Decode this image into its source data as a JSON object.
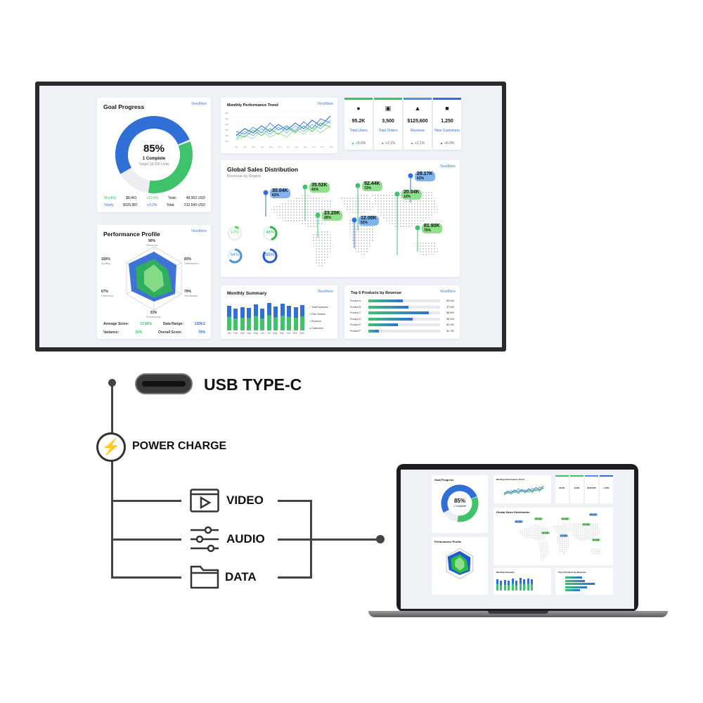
{
  "dashboard": {
    "view_more": "ViewMore",
    "goal": {
      "title": "Goal Progress",
      "percent": "85%",
      "caption": "1 Complete",
      "target": "Target 18,000 Units",
      "rows": [
        {
          "label": "Monthly",
          "amount": "$8,461",
          "change": "+12.6%",
          "total_label": "Total:",
          "total": "48,902 USD"
        },
        {
          "label": "Yearly",
          "amount": "$326,987",
          "change": "+3.2%",
          "total_label": "Total:",
          "total": "312,540 USD"
        }
      ]
    },
    "trend": {
      "title": "Monthly Performance Trend",
      "y_ticks": [
        "500",
        "450",
        "400",
        "350",
        "300",
        "250",
        "200",
        "150"
      ],
      "x_ticks": [
        "Jan",
        "Feb",
        "Mar",
        "Apr",
        "May",
        "Jun",
        "Jul",
        "Aug",
        "Sep",
        "Oct",
        "Nov",
        "Dec"
      ]
    },
    "stats": [
      {
        "icon": "user-icon",
        "glyph": "👤",
        "value": "95.2K",
        "label": "Total Users",
        "change": "+5.6%",
        "color": "#34c759"
      },
      {
        "icon": "cart-icon",
        "glyph": "🛒",
        "value": "3,500",
        "label": "Total Orders",
        "change": "+3.1%",
        "color": "#34c759"
      },
      {
        "icon": "growth-icon",
        "glyph": "📈",
        "value": "$125,600",
        "label": "Revenue",
        "change": "+2.1%",
        "color": "#4a90e2"
      },
      {
        "icon": "briefcase-icon",
        "glyph": "💼",
        "value": "1,250",
        "label": "New Customers",
        "change": "+6.9%",
        "color": "#2f6fd6"
      }
    ],
    "sales": {
      "title": "Global Sales Distribution",
      "subtitle": "Revenue by Region",
      "pins": [
        {
          "value": "30.04K",
          "pct": "62%",
          "color": "#7fb3ee"
        },
        {
          "value": "35.52K",
          "pct": "41%",
          "color": "#8fe08a"
        },
        {
          "value": "52.44K",
          "pct": "72%",
          "color": "#8fe08a"
        },
        {
          "value": "20.04K",
          "pct": "12%",
          "color": "#8fe08a"
        },
        {
          "value": "28.17K",
          "pct": "62%",
          "color": "#7fb3ee"
        },
        {
          "value": "23.20K",
          "pct": "26%",
          "color": "#8fe08a"
        },
        {
          "value": "12.08K",
          "pct": "52%",
          "color": "#7fb3ee"
        },
        {
          "value": "81.90K",
          "pct": "75%",
          "color": "#8fe08a"
        }
      ],
      "donuts": [
        {
          "value": "10%",
          "frac": 0.1,
          "color": "#5bd45b"
        },
        {
          "value": "46%",
          "frac": 0.46,
          "color": "#2db84a"
        },
        {
          "value": "64%",
          "frac": 0.64,
          "color": "#4a90e2"
        },
        {
          "value": "85%",
          "frac": 0.85,
          "color": "#1e5bd0"
        }
      ]
    },
    "radar": {
      "title": "Performance Profile",
      "axes": [
        {
          "pct": "90%",
          "name": "Revenue"
        },
        {
          "pct": "83%",
          "name": "Satisfaction"
        },
        {
          "pct": "79%",
          "name": "Timeliness"
        },
        {
          "pct": "33%",
          "name": "Productivity"
        },
        {
          "pct": "67%",
          "name": "Efficiency"
        },
        {
          "pct": "100%",
          "name": "Quality"
        }
      ],
      "avg_label": "Average Score:",
      "avg": "15.66%",
      "range_label": "Data Range:",
      "range": "1209.2",
      "var_label": "Variance:",
      "var": "32%",
      "overall_label": "Overall Score:",
      "overall": "70%"
    },
    "summary": {
      "title": "Monthly Summary",
      "months": [
        "Jan",
        "Feb",
        "Mar",
        "Apr",
        "May",
        "Jun",
        "Jul",
        "Aug",
        "Sep",
        "Oct",
        "Nov",
        "Dec"
      ],
      "legend": [
        "Total Expenses",
        "Plan Visitors",
        "Revenue",
        "Customers"
      ]
    },
    "products": {
      "title": "Top 6 Products by Revenue",
      "rows": [
        {
          "name": "Product A",
          "value": "$9,000",
          "frac": 0.48
        },
        {
          "name": "Product B",
          "value": "$7,000",
          "frac": 0.56
        },
        {
          "name": "Product C",
          "value": "$8,500",
          "frac": 0.84
        },
        {
          "name": "Product D",
          "value": "$8,200",
          "frac": 0.62
        },
        {
          "name": "Product E",
          "value": "$9,100",
          "frac": 0.41
        },
        {
          "name": "Product F",
          "value": "$1,700",
          "frac": 0.15
        }
      ]
    }
  },
  "diagram": {
    "usb_label": "USB TYPE-C",
    "power_label": "POWER CHARGE",
    "video_label": "VIDEO",
    "audio_label": "AUDIO",
    "data_label": "DATA"
  },
  "laptop": {
    "goal_title": "Goal Progress",
    "goal_pct": "85%",
    "goal_caption": "1 Complete",
    "trend_title": "Monthly Performance Trend",
    "stats": [
      "95.2K",
      "3,500",
      "$125,600",
      "1,250"
    ],
    "sales_title": "Global Sales Distribution",
    "radar_title": "Performance Profile",
    "summary_title": "Monthly Summary",
    "products_title": "Top 6 Products by Revenue",
    "pins": [
      "30.04K",
      "35.52K",
      "52.44K",
      "28.17K",
      "20.04K",
      "23.20K",
      "12.08K",
      "81.90K"
    ]
  }
}
